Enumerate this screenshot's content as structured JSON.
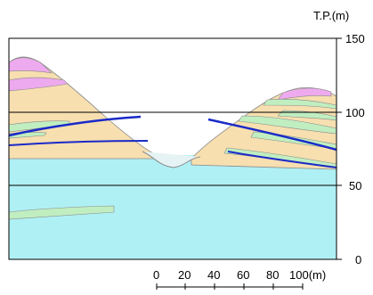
{
  "axis": {
    "unit_label": "T.P.(m)",
    "ticks": [
      "150",
      "100",
      "50",
      "0"
    ]
  },
  "scale_bar": {
    "labels": [
      "0",
      "20",
      "40",
      "60",
      "80",
      "100(m)"
    ]
  },
  "colors": {
    "water": "#aff0f5",
    "soil": "#f7dfb0",
    "magenta_layer": "#eeaaee",
    "green_layer": "#c0eec0",
    "clay_line": "#1a2ac8",
    "gray_outline": "#8a8a8a",
    "frame": "#000000"
  }
}
